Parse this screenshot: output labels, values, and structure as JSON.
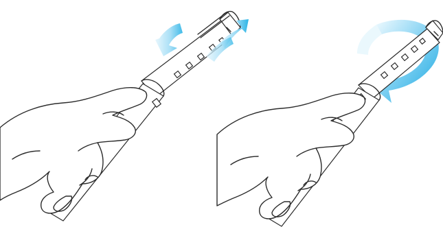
{
  "figure": {
    "panels": [
      {
        "id": "left",
        "motion": "wave",
        "arrow_icon": "double-curved-arrow-icon"
      },
      {
        "id": "right",
        "motion": "rotate",
        "arrow_icon": "circular-rotate-arrow-icon"
      }
    ],
    "colors": {
      "outline": "#2b2b2b",
      "arrow_light": "#d9f1fb",
      "arrow_dark": "#1aa8e0"
    }
  }
}
